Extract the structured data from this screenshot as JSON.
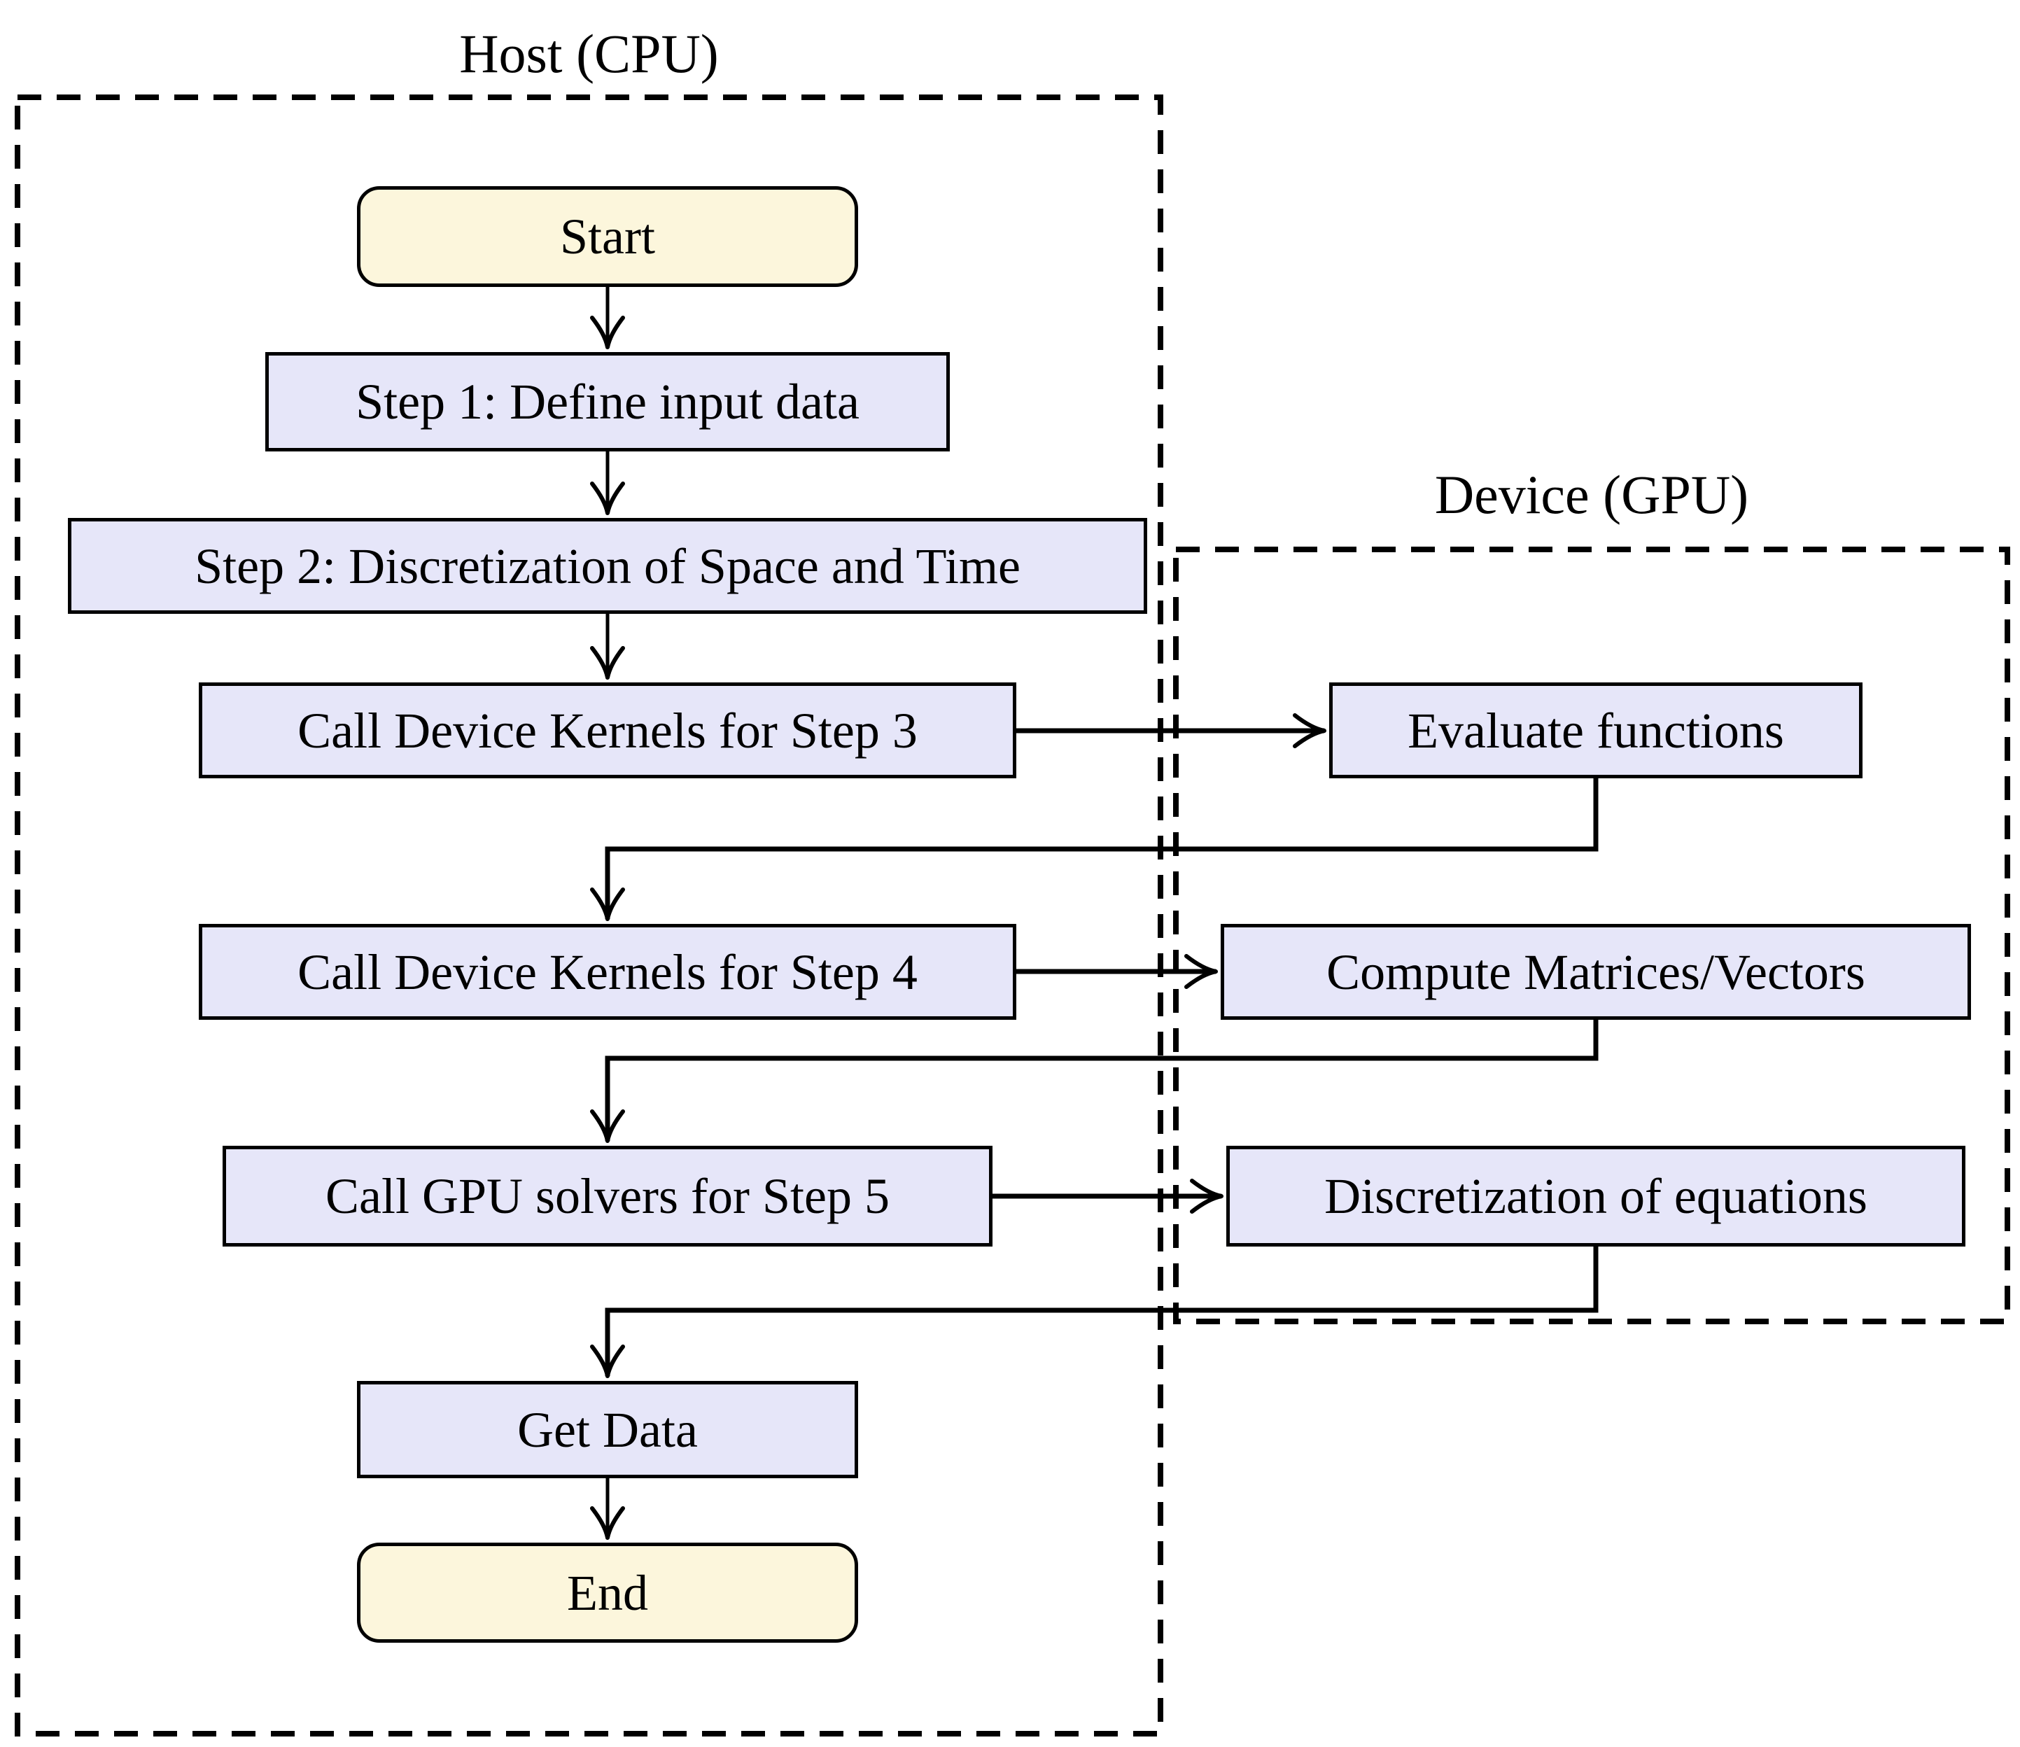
{
  "colors": {
    "process_fill": "#e6e6f9",
    "terminal_fill": "#fcf6dc",
    "border": "#000000",
    "background": "#ffffff"
  },
  "containers": {
    "host": {
      "title": "Host (CPU)"
    },
    "device": {
      "title": "Device (GPU)"
    }
  },
  "nodes": {
    "start": "Start",
    "step1": "Step 1: Define input data",
    "step2": "Step 2: Discretization of Space and Time",
    "step3_call": "Call Device Kernels for Step 3",
    "evaluate": "Evaluate functions",
    "step4_call": "Call Device Kernels for Step 4",
    "compute": "Compute Matrices/Vectors",
    "step5_call": "Call GPU solvers for Step 5",
    "discretize": "Discretization of equations",
    "get_data": "Get Data",
    "end": "End"
  }
}
